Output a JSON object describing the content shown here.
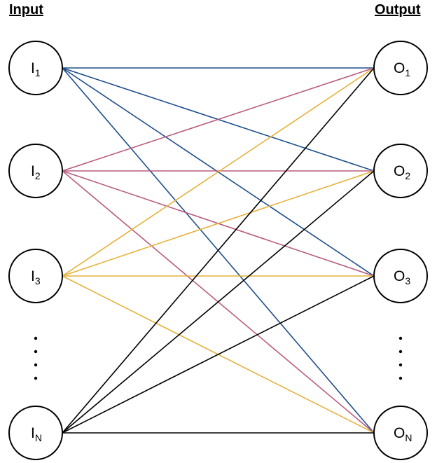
{
  "diagram": {
    "input_heading": "Input",
    "output_heading": "Output",
    "inputs": [
      {
        "id": "i1",
        "letter": "I",
        "sub": "1"
      },
      {
        "id": "i2",
        "letter": "I",
        "sub": "2"
      },
      {
        "id": "i3",
        "letter": "I",
        "sub": "3"
      },
      {
        "id": "iN",
        "letter": "I",
        "sub": "N"
      }
    ],
    "outputs": [
      {
        "id": "o1",
        "letter": "O",
        "sub": "1"
      },
      {
        "id": "o2",
        "letter": "O",
        "sub": "2"
      },
      {
        "id": "o3",
        "letter": "O",
        "sub": "3"
      },
      {
        "id": "oN",
        "letter": "O",
        "sub": "N"
      }
    ],
    "edges": [
      {
        "from": "i1",
        "to": "o1",
        "color": "#1f4e8c"
      },
      {
        "from": "i1",
        "to": "o2",
        "color": "#1f4e8c"
      },
      {
        "from": "i1",
        "to": "o3",
        "color": "#1f4e8c"
      },
      {
        "from": "i1",
        "to": "oN",
        "color": "#1f4e8c"
      },
      {
        "from": "i2",
        "to": "o1",
        "color": "#b85c7e"
      },
      {
        "from": "i2",
        "to": "o2",
        "color": "#b85c7e"
      },
      {
        "from": "i2",
        "to": "o3",
        "color": "#b85c7e"
      },
      {
        "from": "i2",
        "to": "oN",
        "color": "#b85c7e"
      },
      {
        "from": "i3",
        "to": "o1",
        "color": "#e6b23c"
      },
      {
        "from": "i3",
        "to": "o2",
        "color": "#e6b23c"
      },
      {
        "from": "i3",
        "to": "o3",
        "color": "#e6b23c"
      },
      {
        "from": "i3",
        "to": "oN",
        "color": "#e6b23c"
      },
      {
        "from": "iN",
        "to": "o1",
        "color": "#000000"
      },
      {
        "from": "iN",
        "to": "o2",
        "color": "#000000"
      },
      {
        "from": "iN",
        "to": "o3",
        "color": "#000000"
      },
      {
        "from": "iN",
        "to": "oN",
        "color": "#000000"
      }
    ],
    "ellipsis_dot_count": 4
  }
}
